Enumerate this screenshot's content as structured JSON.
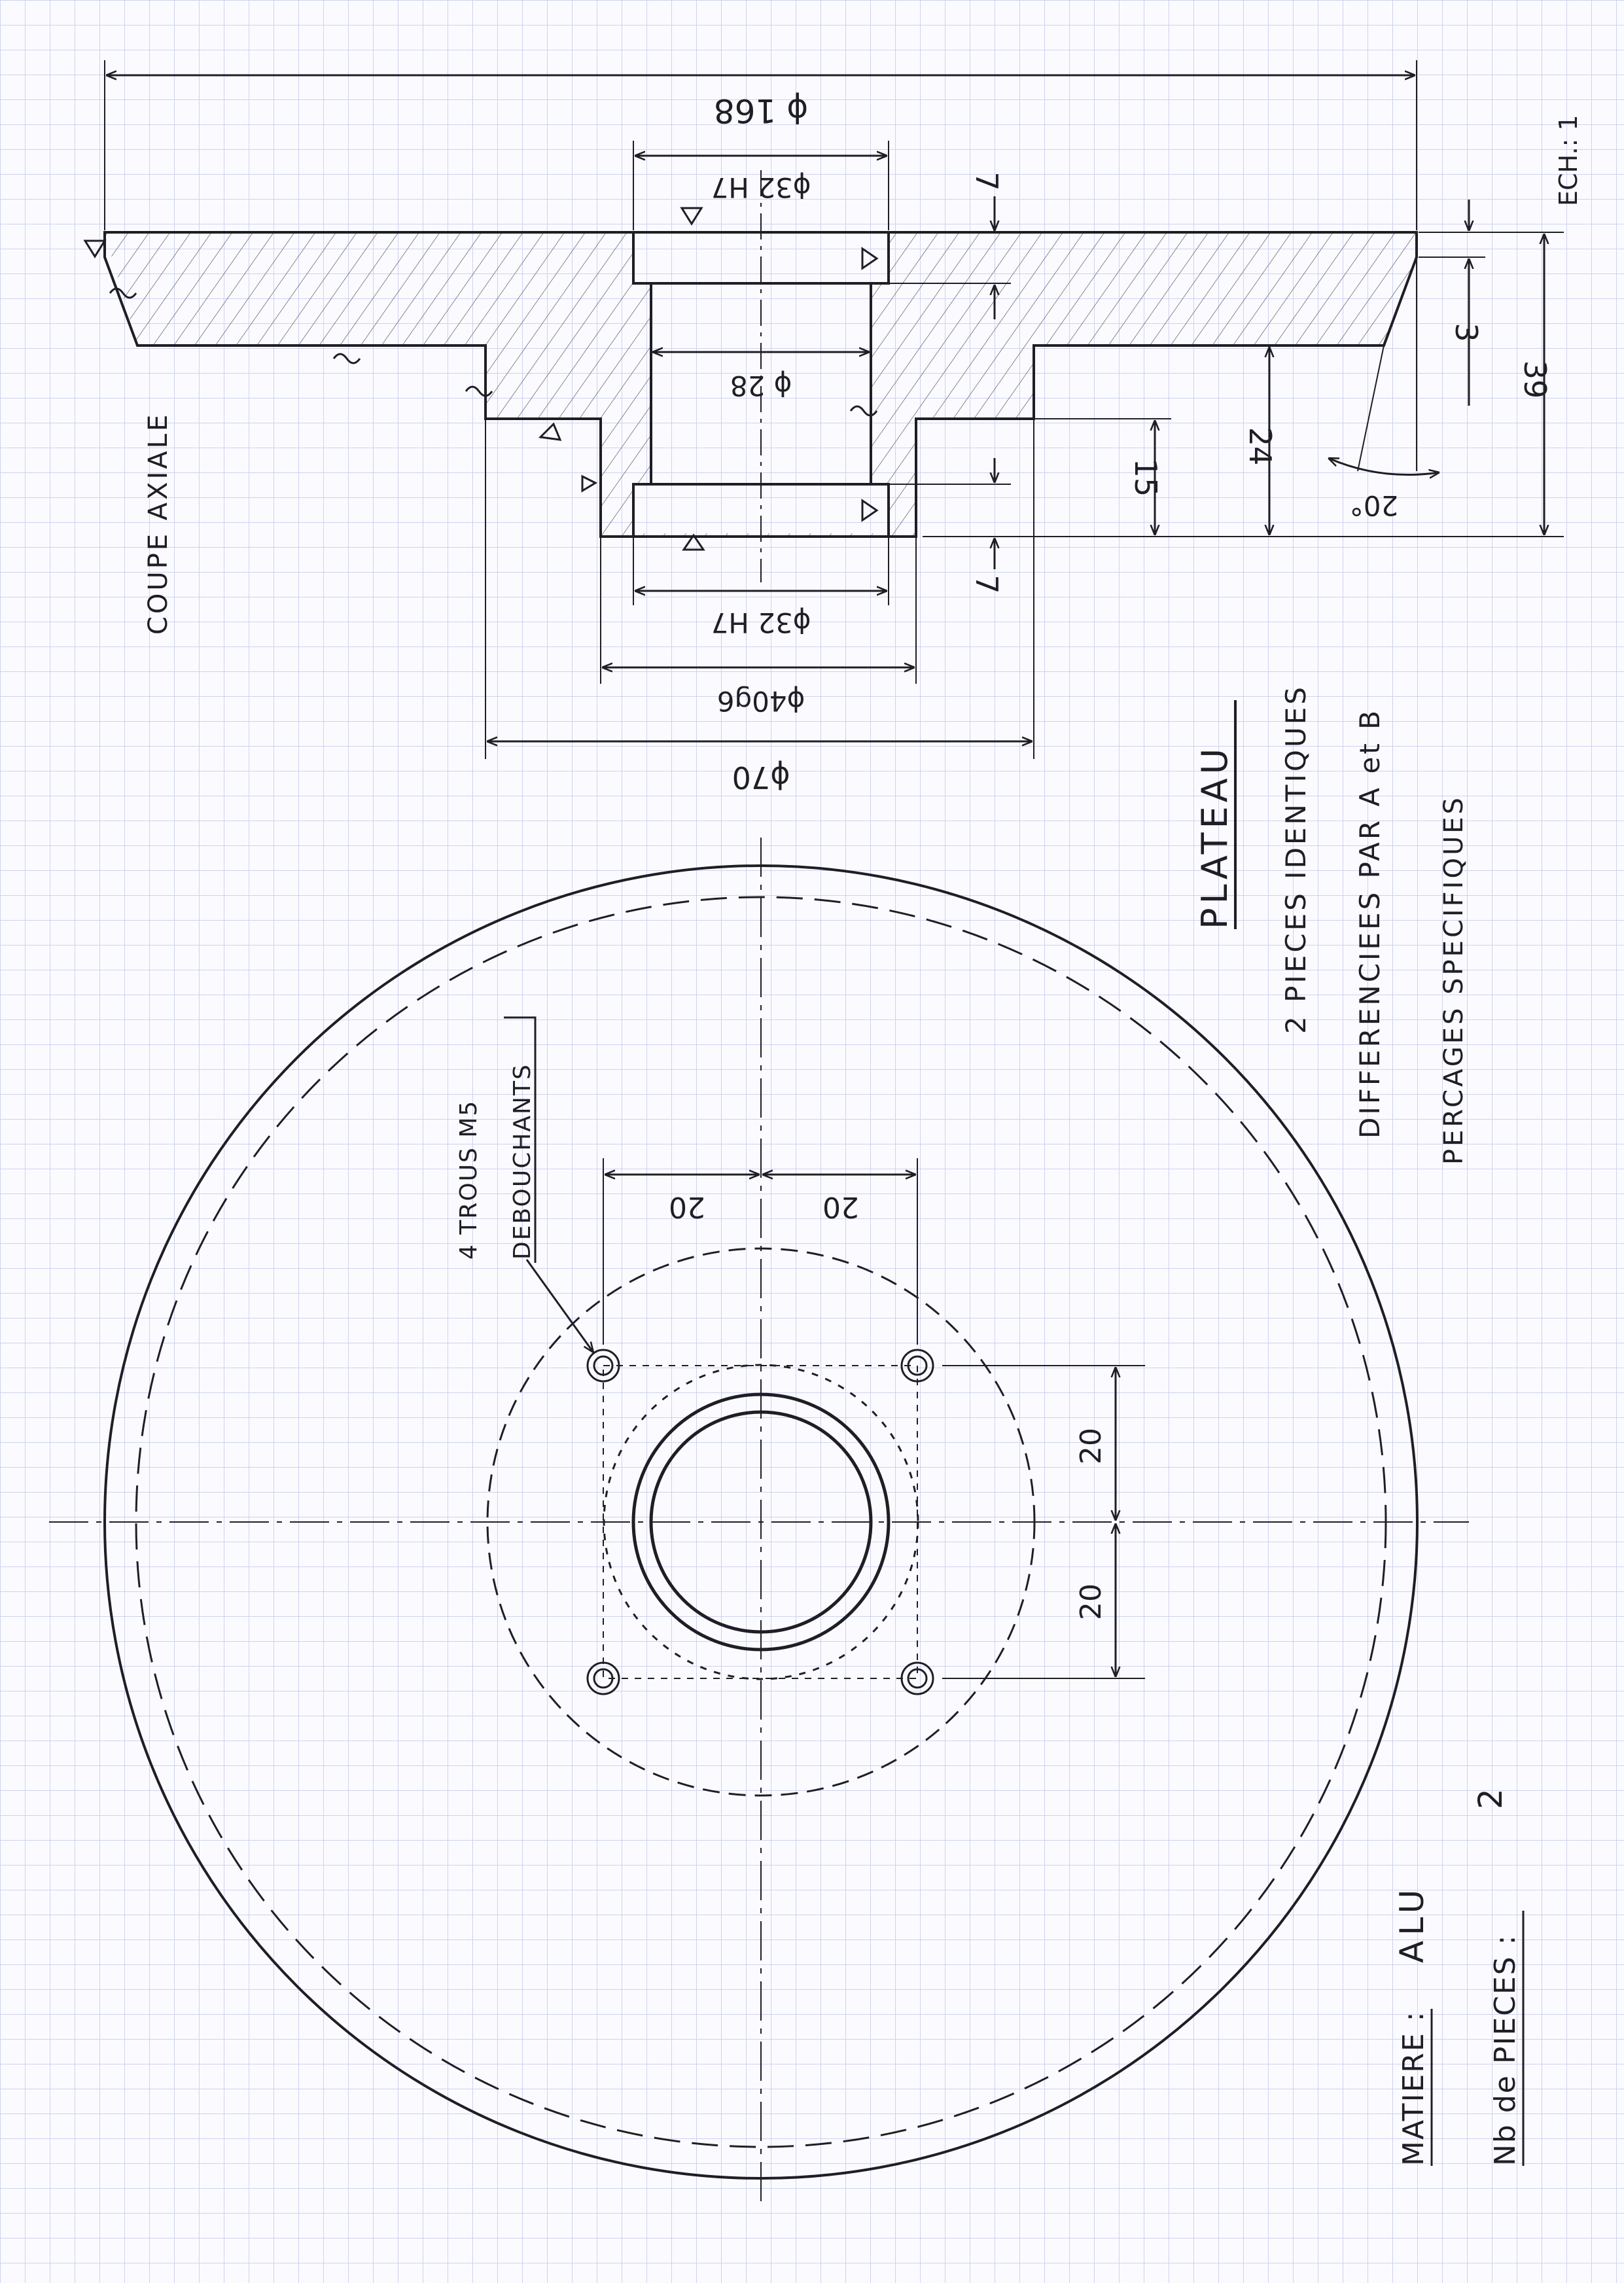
{
  "drawing": {
    "title": "PLATEAU",
    "notes": [
      "2 PIECES IDENTIQUES",
      "DIFFERENCIEES PAR A et B",
      "PERCAGES SPECIFIQUES"
    ],
    "scale": "ECH.: 1",
    "section_label": "COUPE AXIALE",
    "material_label": "MATIERE :",
    "material_value": "ALU",
    "quantity_label": "Nb de PIECES :",
    "quantity_value": "2",
    "holes_callout": [
      "4 TROUS M5",
      "DEBOUCHANTS"
    ]
  },
  "dimensions": {
    "outer_diameter": "ϕ 168",
    "bore_top": "ϕ32 H7",
    "bore_middle": "ϕ 28",
    "bore_bottom": "ϕ32 H7",
    "hub_lower": "ϕ40g6",
    "hub_upper": "ϕ70",
    "recess_top": "7",
    "recess_bottom": "7",
    "flange_edge": "3",
    "hub_height": "15",
    "flange_height": "24",
    "total_height": "39",
    "chamfer_angle": "20°",
    "hole_spacing_x1": "20",
    "hole_spacing_x2": "20",
    "hole_spacing_y1": "20",
    "hole_spacing_y2": "20"
  },
  "colors": {
    "ink": "#1e1e24",
    "grid": "#cdd2ee",
    "paper": "#fbfbff"
  }
}
